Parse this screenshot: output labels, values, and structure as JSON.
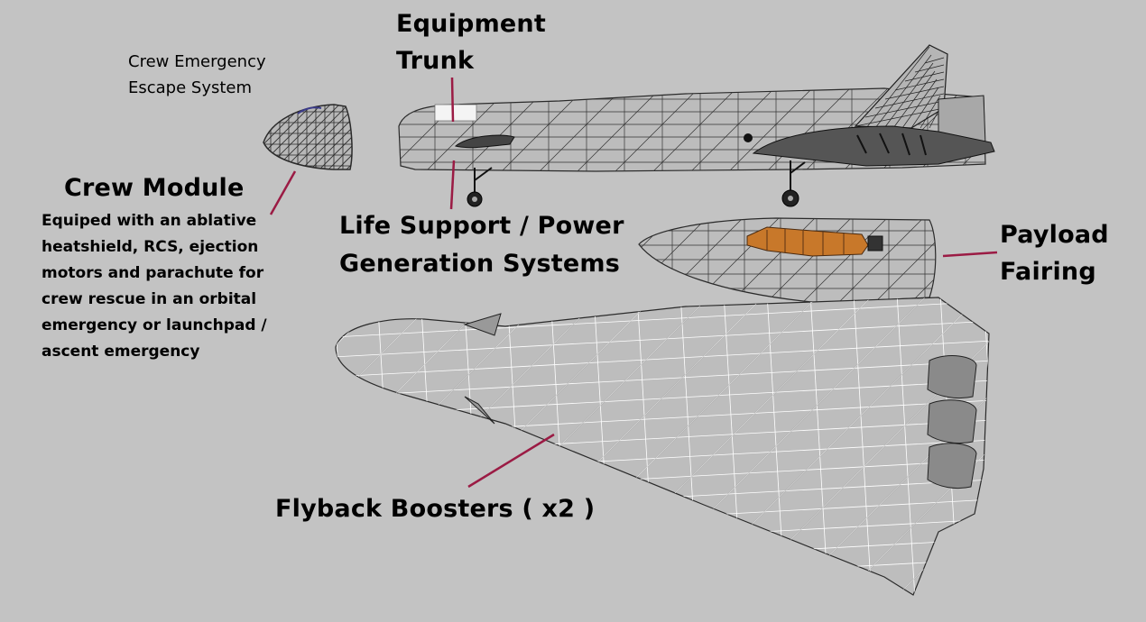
{
  "labels": {
    "escape_system": [
      "Crew Emergency",
      "Escape System"
    ],
    "equipment_trunk": [
      "Equipment",
      "Trunk"
    ],
    "crew_module": {
      "title": "Crew Module",
      "description": [
        "Equiped with an ablative",
        "heatshield, RCS, ejection",
        "motors and parachute for",
        "crew rescue in an orbital",
        "emergency or launchpad /",
        "ascent emergency"
      ]
    },
    "life_support": [
      "Life Support / Power",
      "Generation Systems"
    ],
    "payload_fairing": [
      "Payload",
      "Fairing"
    ],
    "flyback_boosters": "Flyback Boosters ( x2 )"
  },
  "colors": {
    "background": "#c3c3c3",
    "leader_line": "#9b1b44",
    "wire_dark": "#2a2a2a",
    "wire_light": "#ffffff",
    "payload_orange": "#c8782a"
  }
}
